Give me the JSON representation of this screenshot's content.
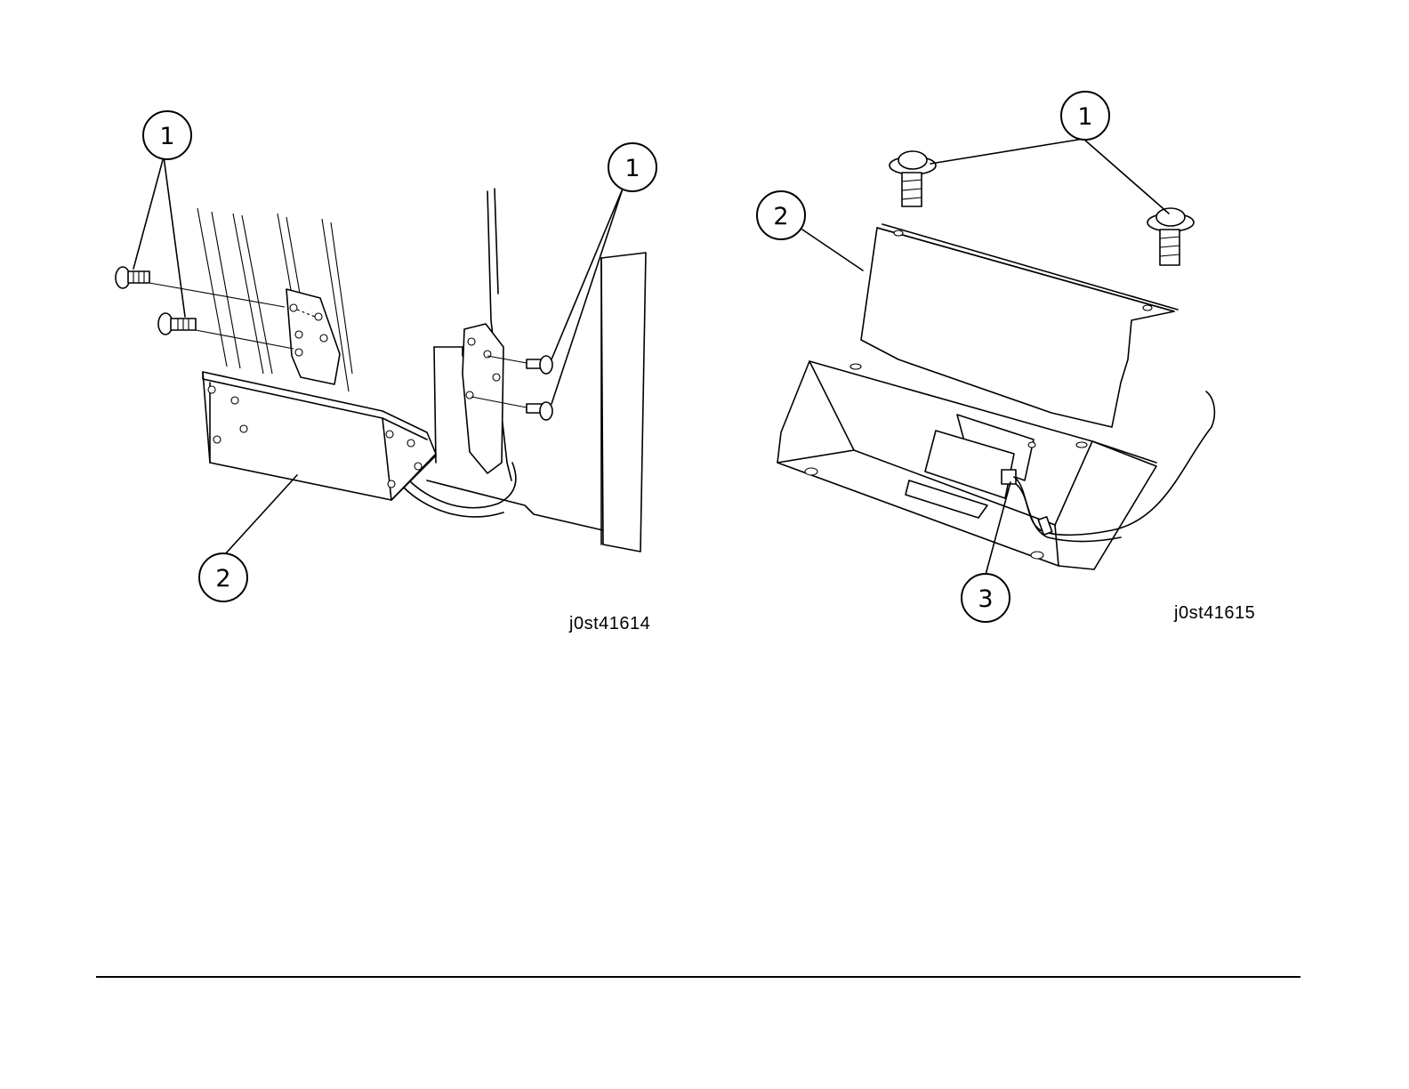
{
  "figures": [
    {
      "id": "j0st41614",
      "callouts": [
        "1",
        "1",
        "2"
      ]
    },
    {
      "id": "j0st41615",
      "callouts": [
        "1",
        "2",
        "3"
      ]
    }
  ]
}
